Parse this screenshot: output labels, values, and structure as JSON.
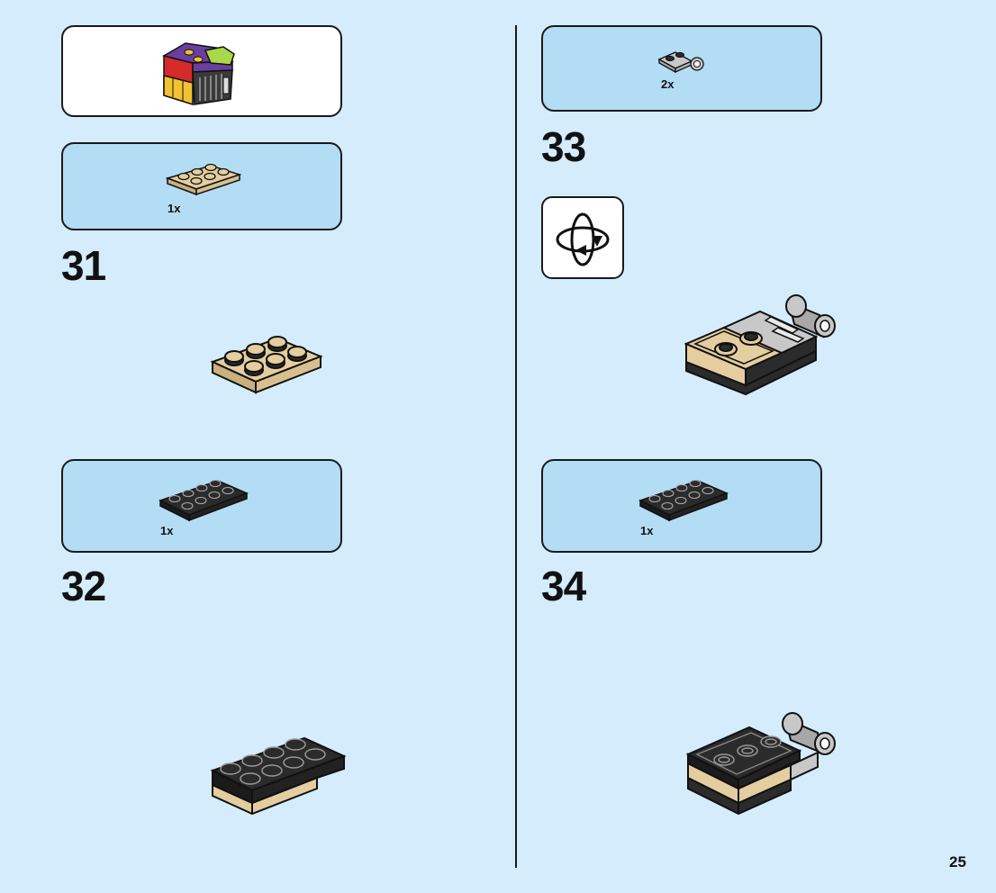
{
  "page": {
    "number": "25"
  },
  "steps": [
    {
      "number": "31",
      "parts_qty": "1x"
    },
    {
      "number": "32",
      "parts_qty": "1x"
    },
    {
      "number": "33",
      "parts_qty": "2x"
    },
    {
      "number": "34",
      "parts_qty": "1x"
    }
  ],
  "colors": {
    "background": "#d4ecfb",
    "callout": "#b3dcf5",
    "tan": "#e4cd9e",
    "black_brick": "#2b2b2b",
    "light_gray": "#c8c8c8",
    "purple": "#6a3fa0",
    "lime": "#a8d94a",
    "red": "#d42a2a"
  },
  "icons": {
    "rotate": "rotate-model-icon"
  }
}
